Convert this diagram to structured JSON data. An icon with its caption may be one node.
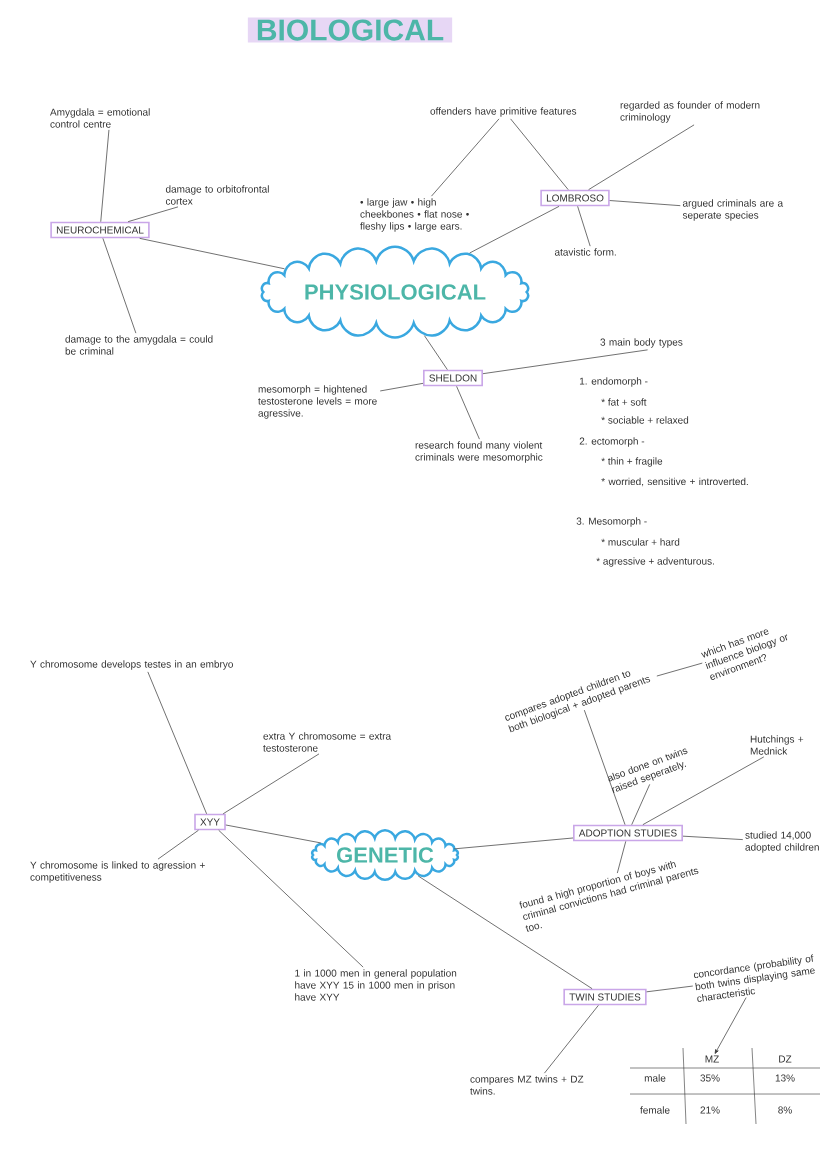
{
  "diagram": {
    "title": "BIOLOGICAL",
    "nodes": [
      {
        "text": [
          "PHYSIOLOGICAL"
        ]
      },
      {
        "text": [
          "NEUROCHEMICAL"
        ]
      },
      {
        "text": [
          "Amygdala = emotional control centre"
        ]
      },
      {
        "text": [
          "damage to orbitofrontal cortex"
        ]
      },
      {
        "text": [
          "damage to the amygdala = could be criminal"
        ]
      },
      {
        "text": [
          "• large jaw • high cheekbones • flat nose • fleshy lips • large ears."
        ]
      },
      {
        "text": [
          "offenders have primitive features"
        ]
      },
      {
        "text": [
          "LOMBROSO"
        ]
      },
      {
        "text": [
          "regarded as founder of modern criminology"
        ]
      },
      {
        "text": [
          "argued criminals are a seperate species"
        ]
      },
      {
        "text": [
          "atavistic form."
        ]
      },
      {
        "text": [
          "SHELDON"
        ]
      },
      {
        "text": [
          "mesomorph = hightened testosterone levels = more agressive."
        ]
      },
      {
        "text": [
          "research found many violent criminals were mesomorphic"
        ]
      },
      {
        "text": [
          "3 main body types"
        ]
      },
      {
        "text": [
          "GENETIC"
        ]
      },
      {
        "text": [
          "XYY"
        ]
      },
      {
        "text": [
          "Y chromosome develops testes in an embryo"
        ]
      },
      {
        "text": [
          "extra Y chromosome = extra testosterone"
        ]
      },
      {
        "text": [
          "Y chromosome is linked to agression + competitiveness"
        ]
      },
      {
        "text": [
          "1 in 1000 men in general population have XYY 15 in 1000 men in prison have XYY"
        ]
      },
      {
        "text": [
          "ADOPTION STUDIES"
        ]
      },
      {
        "text": [
          "compares adopted children to both biological + adopted parents"
        ]
      },
      {
        "text": [
          "which has more influence biology or environment?"
        ]
      },
      {
        "text": [
          "also done on twins raised seperately."
        ]
      },
      {
        "text": [
          "Hutchings + Mednick"
        ]
      },
      {
        "text": [
          "studied 14,000 adopted children"
        ]
      },
      {
        "text": [
          "found a high proportion of boys with criminal convictions had criminal parents too."
        ]
      },
      {
        "text": [
          "TWIN STUDIES"
        ]
      },
      {
        "text": [
          "concordance (probability of both twins displaying same characteristic"
        ]
      },
      {
        "text": [
          "compares MZ twins + DZ twins."
        ]
      },
      {
        "text": [
          "MZ"
        ]
      }
    ],
    "edges": [
      {
        "from": 0,
        "to": 1,
        "arrow": "none"
      },
      {
        "from": 1,
        "to": 2,
        "arrow": "none"
      },
      {
        "from": 1,
        "to": 3,
        "arrow": "none"
      },
      {
        "from": 1,
        "to": 4,
        "arrow": "none"
      },
      {
        "from": 6,
        "to": 5,
        "arrow": "none"
      },
      {
        "from": 7,
        "to": 6,
        "arrow": "none"
      },
      {
        "from": 7,
        "to": 8,
        "arrow": "none"
      },
      {
        "from": 7,
        "to": 9,
        "arrow": "none"
      },
      {
        "from": 7,
        "to": 10,
        "arrow": "none"
      },
      {
        "from": 0,
        "to": 7,
        "arrow": "none"
      },
      {
        "from": 0,
        "to": 11,
        "arrow": "none"
      },
      {
        "from": 11,
        "to": 12,
        "arrow": "none"
      },
      {
        "from": 11,
        "to": 13,
        "arrow": "none"
      },
      {
        "from": 11,
        "to": 14,
        "arrow": "none"
      },
      {
        "from": 15,
        "to": 16,
        "arrow": "none"
      },
      {
        "from": 16,
        "to": 17,
        "arrow": "none"
      },
      {
        "from": 16,
        "to": 18,
        "arrow": "none"
      },
      {
        "from": 16,
        "to": 19,
        "arrow": "none"
      },
      {
        "from": 16,
        "to": 20,
        "arrow": "none"
      },
      {
        "from": 15,
        "to": 21,
        "arrow": "none"
      },
      {
        "from": 21,
        "to": 22,
        "arrow": "none"
      },
      {
        "from": 22,
        "to": 23,
        "arrow": "none"
      },
      {
        "from": 21,
        "to": 24,
        "arrow": "none"
      },
      {
        "from": 21,
        "to": 25,
        "arrow": "none"
      },
      {
        "from": 21,
        "to": 26,
        "arrow": "none"
      },
      {
        "from": 21,
        "to": 27,
        "arrow": "none"
      },
      {
        "from": 15,
        "to": 28,
        "arrow": "none"
      },
      {
        "from": 28,
        "to": 29,
        "arrow": "none"
      },
      {
        "from": 28,
        "to": 30,
        "arrow": "none"
      },
      {
        "from": 29,
        "to": 31,
        "arrow": "to"
      }
    ],
    "labels": [
      "1. endomorph -",
      "* fat + soft",
      "* sociable + relaxed",
      "2. ectomorph -",
      "* thin + fragile",
      "* worried, sensitive + introverted.",
      "3. Mesomorph -",
      "* muscular + hard",
      "* agressive + adventurous.",
      "DZ",
      "male",
      "35%",
      "13%",
      "female",
      "21%",
      "8%"
    ]
  }
}
